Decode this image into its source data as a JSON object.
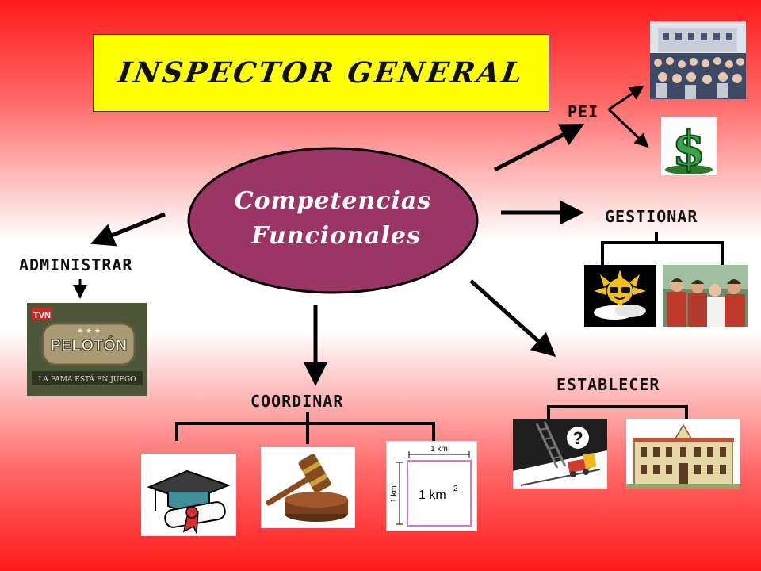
{
  "title": "INSPECTOR GENERAL",
  "center": {
    "line1": "Competencias",
    "line2": "Funcionales"
  },
  "labels": {
    "pei": "PEI",
    "gestionar": "GESTIONAR",
    "administrar": "ADMINISTRAR",
    "coordinar": "COORDINAR",
    "establecer": "ESTABLECER"
  },
  "images": {
    "peloton": {
      "tv_logo": "TVN",
      "name": "PELOTÓN",
      "tagline": "LA FAMA ESTÁ EN JUEGO"
    },
    "area_diagram": {
      "side_top": "1 km",
      "side_left": "1 km",
      "area": "1 km",
      "area_exp": "2"
    },
    "dollar": "$",
    "question": "?"
  },
  "colors": {
    "title_bg": "#ffff00",
    "ellipse_fill": "#9b3565",
    "background_edge": "#ff1a1a"
  }
}
